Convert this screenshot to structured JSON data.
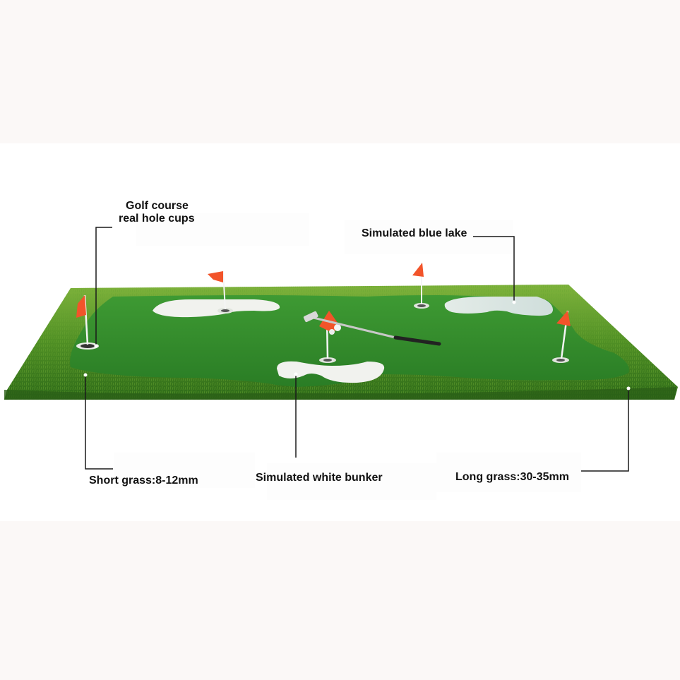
{
  "colors": {
    "page_background": "#fbf8f7",
    "band_background": "#ffffff",
    "fairway_green": "#2f8a2a",
    "long_grass": "#4f8f24",
    "flag_orange": "#f2542a",
    "bunker_white": "#f1f2ee",
    "lake_tint": "#d6e4e2",
    "leader_line": "#1a1a1a"
  },
  "icons": {
    "flag": "flag-icon",
    "putter": "putter-icon",
    "hole_cup": "hole-cup-icon",
    "golf_ball": "golf-ball-icon"
  },
  "labels": {
    "hole_cups_line1": "Golf course",
    "hole_cups_line2": "real hole cups",
    "blue_lake": "Simulated blue lake",
    "short_grass": "Short grass:8-12mm",
    "white_bunker": "Simulated white bunker",
    "long_grass": "Long grass:30-35mm"
  }
}
